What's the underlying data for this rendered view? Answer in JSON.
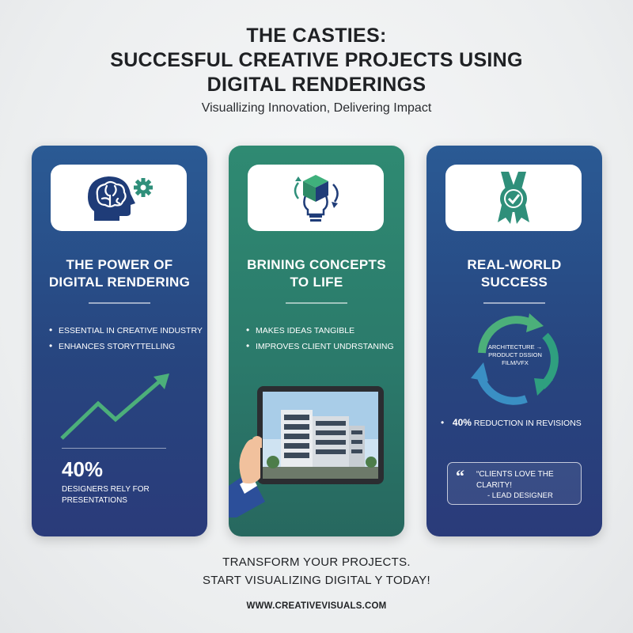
{
  "header": {
    "title_line1": "THE CASTIES:",
    "title_line2": "SUCCESFUL CREATIVE PROJECTS USING",
    "title_line3": "DIGITAL RENDERINGS",
    "subtitle": "Visuallizing Innovation, Delivering Impact"
  },
  "colors": {
    "card_blue": "#27457f",
    "card_green": "#2b7a6b",
    "accent_green": "#4caf7a",
    "icon_navy": "#1f3c78",
    "icon_teal": "#2f8f7a"
  },
  "cards": [
    {
      "icon": "brain-gear-icon",
      "title_line1": "THE POWER OF",
      "title_line2": "DIGITAL RENDERING",
      "bullets": [
        "ESSENTIAL IN CREATIVE INDUSTRY",
        "ENHANCES STORYTTELLING"
      ],
      "stat_value": "40%",
      "stat_caption_line1": "DESIGNERS RELY FOR",
      "stat_caption_line2": "PRESENTATIONS"
    },
    {
      "icon": "lightbulb-cube-icon",
      "title_line1": "BRINING CONCEPTS",
      "title_line2": "TO LIFE",
      "bullets": [
        "MAKES IDEAS TANGIBLE",
        "IMPROVES CLIENT UNDRSTANING"
      ]
    },
    {
      "icon": "award-ribbon-icon",
      "title_line1": "REAL-WORLD",
      "title_line2": "SUCCESS",
      "cycle_line1": "ARCHITECTURE →",
      "cycle_line2": "PRODUCT DSSION",
      "cycle_line3": "FILM/VFX",
      "reduction_value": "40%",
      "reduction_text": "REDUCTION IN REVISIONS",
      "quote_mark": "“",
      "quote_line1": "“CLIENTS LOVE THE",
      "quote_line2": "CLARITY!",
      "quote_author": "- LEAD DESIGNER"
    }
  ],
  "cta": {
    "line1": "TRANSFORM YOUR PROJECTS.",
    "line2": "START VISUALIZING DIGITAL Y TODAY!"
  },
  "footer": {
    "url": "WWW.CREATIVEVISUALS.COM"
  }
}
